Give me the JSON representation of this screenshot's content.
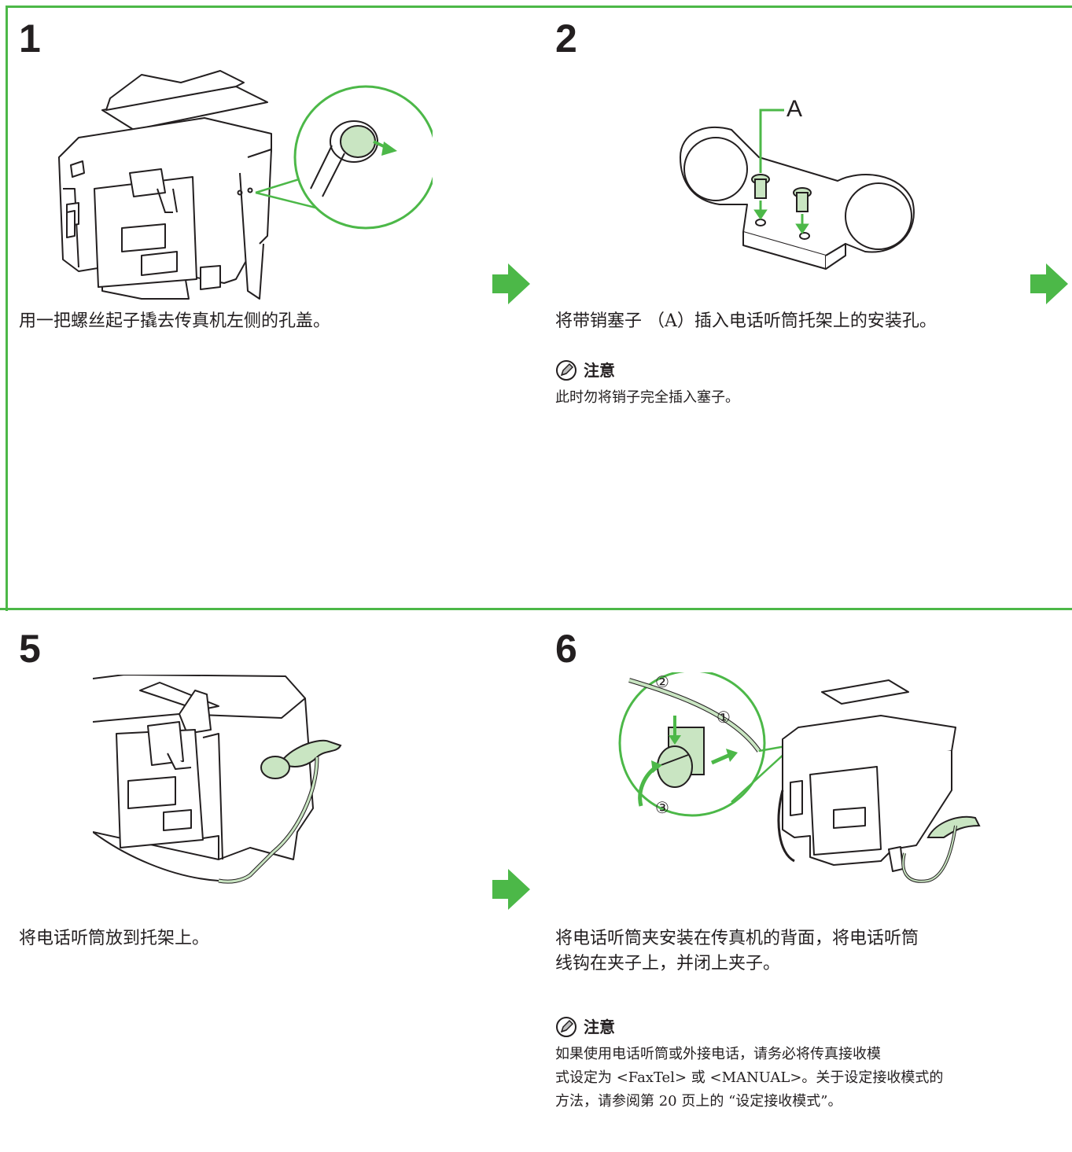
{
  "steps": [
    {
      "number": "1",
      "text": "用一把螺丝起子撬去传真机左侧的孔盖。"
    },
    {
      "number": "2",
      "text": "将带销塞子 （A）插入电话听筒托架上的安装孔。",
      "callout": "A",
      "note": {
        "title": "注意",
        "body": "此时勿将销子完全插入塞子。"
      }
    },
    {
      "number": "5",
      "text": "将电话听筒放到托架上。"
    },
    {
      "number": "6",
      "text_lines": [
        "将电话听筒夹安装在传真机的背面，将电话听筒",
        "线钩在夹子上，并闭上夹子。"
      ],
      "callouts": [
        "①",
        "②",
        "③"
      ],
      "note": {
        "title": "注意",
        "body_lines": [
          "如果使用电话听筒或外接电话，请务必将传真接收模",
          "式设定为 <FaxTel> 或 <MANUAL>。关于设定接收模式的",
          "方法，请参阅第 20 页上的 “设定接收模式”。"
        ]
      }
    }
  ],
  "colors": {
    "accent": "#4cb848",
    "illustration_fill": "#c9e5c2",
    "text": "#231f20"
  },
  "icons": [
    "pencil-note-icon",
    "next-step-arrow-icon"
  ]
}
